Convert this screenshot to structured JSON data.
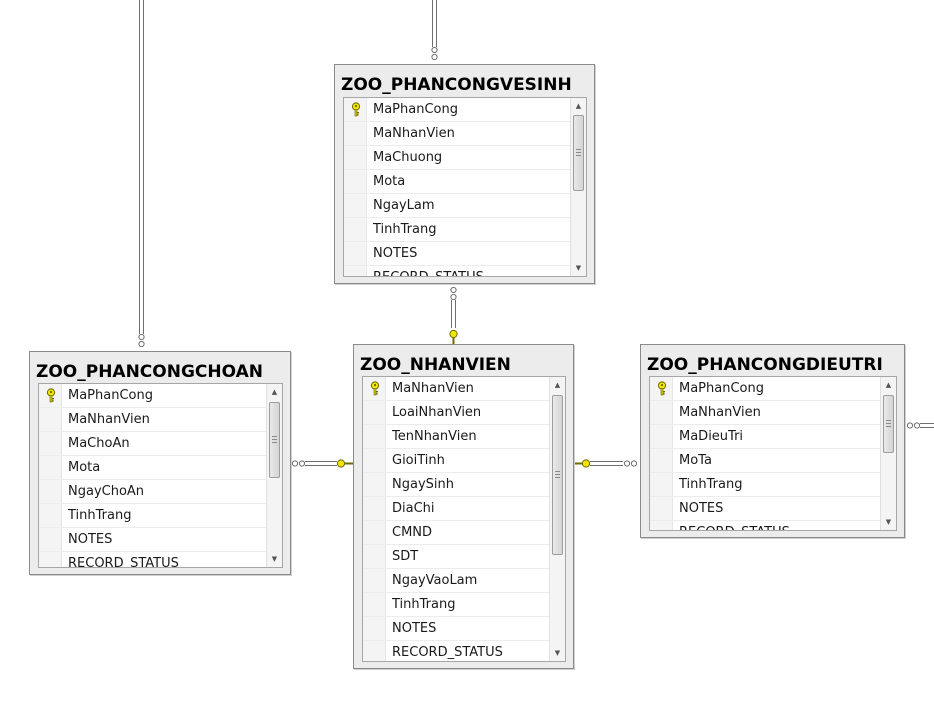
{
  "tables": {
    "vesinh": {
      "title": "ZOO_PHANCONGVESINH",
      "columns": [
        "MaPhanCong",
        "MaNhanVien",
        "MaChuong",
        "Mota",
        "NgayLam",
        "TinhTrang",
        "NOTES",
        "RECORD_STATUS"
      ],
      "primary_key_index": 0
    },
    "choan": {
      "title": "ZOO_PHANCONGCHOAN",
      "columns": [
        "MaPhanCong",
        "MaNhanVien",
        "MaChoAn",
        "Mota",
        "NgayChoAn",
        "TinhTrang",
        "NOTES",
        "RECORD_STATUS"
      ],
      "primary_key_index": 0
    },
    "nhanvien": {
      "title": "ZOO_NHANVIEN",
      "columns": [
        "MaNhanVien",
        "LoaiNhanVien",
        "TenNhanVien",
        "GioiTinh",
        "NgaySinh",
        "DiaChi",
        "CMND",
        "SDT",
        "NgayVaoLam",
        "TinhTrang",
        "NOTES",
        "RECORD_STATUS"
      ],
      "primary_key_index": 0
    },
    "dieutri": {
      "title": "ZOO_PHANCONGDIEUTRI",
      "columns": [
        "MaPhanCong",
        "MaNhanVien",
        "MaDieuTri",
        "MoTa",
        "TinhTrang",
        "NOTES",
        "RECORD_STATUS"
      ],
      "primary_key_index": 0
    }
  },
  "relationships": [
    {
      "from": "vesinh",
      "to": "nhanvien",
      "one_end": "nhanvien",
      "many_end": "vesinh"
    },
    {
      "from": "choan",
      "to": "nhanvien",
      "one_end": "nhanvien",
      "many_end": "choan"
    },
    {
      "from": "dieutri",
      "to": "nhanvien",
      "one_end": "nhanvien",
      "many_end": "dieutri"
    }
  ],
  "colors": {
    "key_icon": "#f2e600",
    "line": "#6e6e6e",
    "box_bg": "#ececec"
  },
  "icons": {
    "primary_key": "key-icon",
    "many_end": "infinity-icon",
    "one_end": "key-icon",
    "scroll_up": "up-arrow-icon",
    "scroll_down": "down-arrow-icon"
  }
}
